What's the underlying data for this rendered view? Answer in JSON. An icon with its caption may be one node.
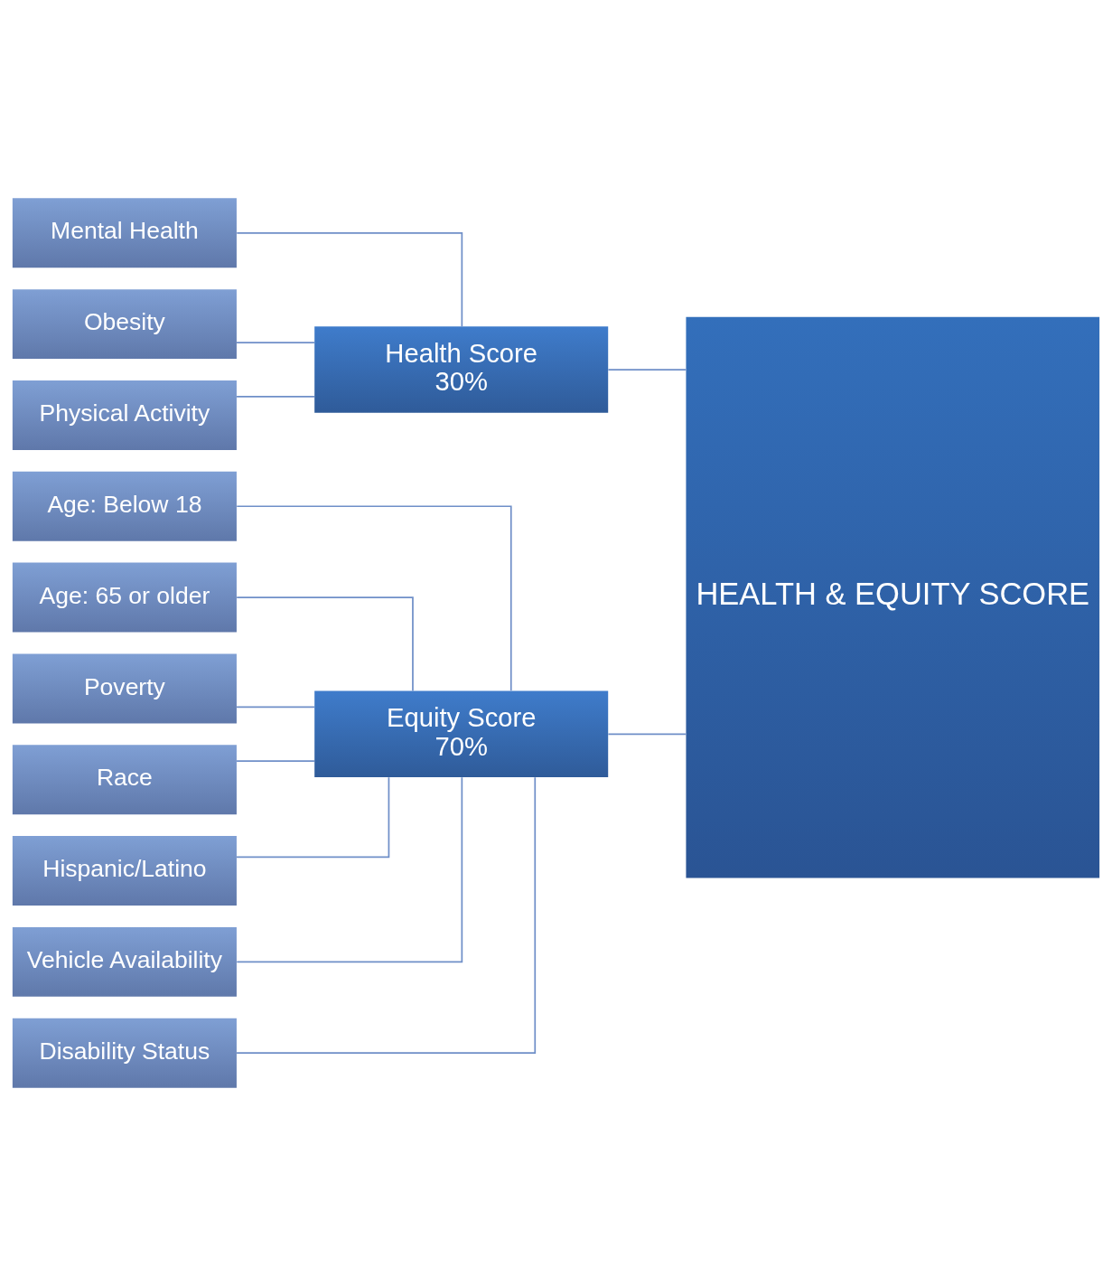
{
  "diagram": {
    "nodes": [
      {
        "text": [
          "Age: Below 18"
        ]
      },
      {
        "text": [
          "Age: 65 or older"
        ]
      },
      {
        "text": [
          "Poverty"
        ]
      },
      {
        "text": [
          "Race"
        ]
      },
      {
        "text": [
          "Hispanic/Latino"
        ]
      },
      {
        "text": [
          "Vehicle Availability"
        ]
      },
      {
        "text": [
          "Disability Status"
        ]
      },
      {
        "text": [
          "Equity Score",
          "70%"
        ]
      },
      {
        "text": [
          "Health Score",
          "30%"
        ]
      },
      {
        "text": [
          "Mental Health"
        ]
      },
      {
        "text": [
          "Obesity"
        ]
      },
      {
        "text": [
          "Physical Activity"
        ]
      },
      {
        "text": [
          "HEALTH & EQUITY SCORE"
        ]
      }
    ],
    "edges": [
      {
        "from": 0,
        "to": 7,
        "arrow": "none"
      },
      {
        "from": 1,
        "to": 7,
        "arrow": "none"
      },
      {
        "from": 2,
        "to": 7,
        "arrow": "none"
      },
      {
        "from": 3,
        "to": 7,
        "arrow": "none"
      },
      {
        "from": 4,
        "to": 7,
        "arrow": "none"
      },
      {
        "from": 5,
        "to": 7,
        "arrow": "none"
      },
      {
        "from": 6,
        "to": 7,
        "arrow": "none"
      },
      {
        "from": 7,
        "to": 12,
        "arrow": "none"
      },
      {
        "from": 8,
        "to": 12,
        "arrow": "none"
      },
      {
        "from": 9,
        "to": 8,
        "arrow": "none"
      },
      {
        "from": 10,
        "to": 8,
        "arrow": "none"
      },
      {
        "from": 11,
        "to": 8,
        "arrow": "none"
      }
    ]
  }
}
